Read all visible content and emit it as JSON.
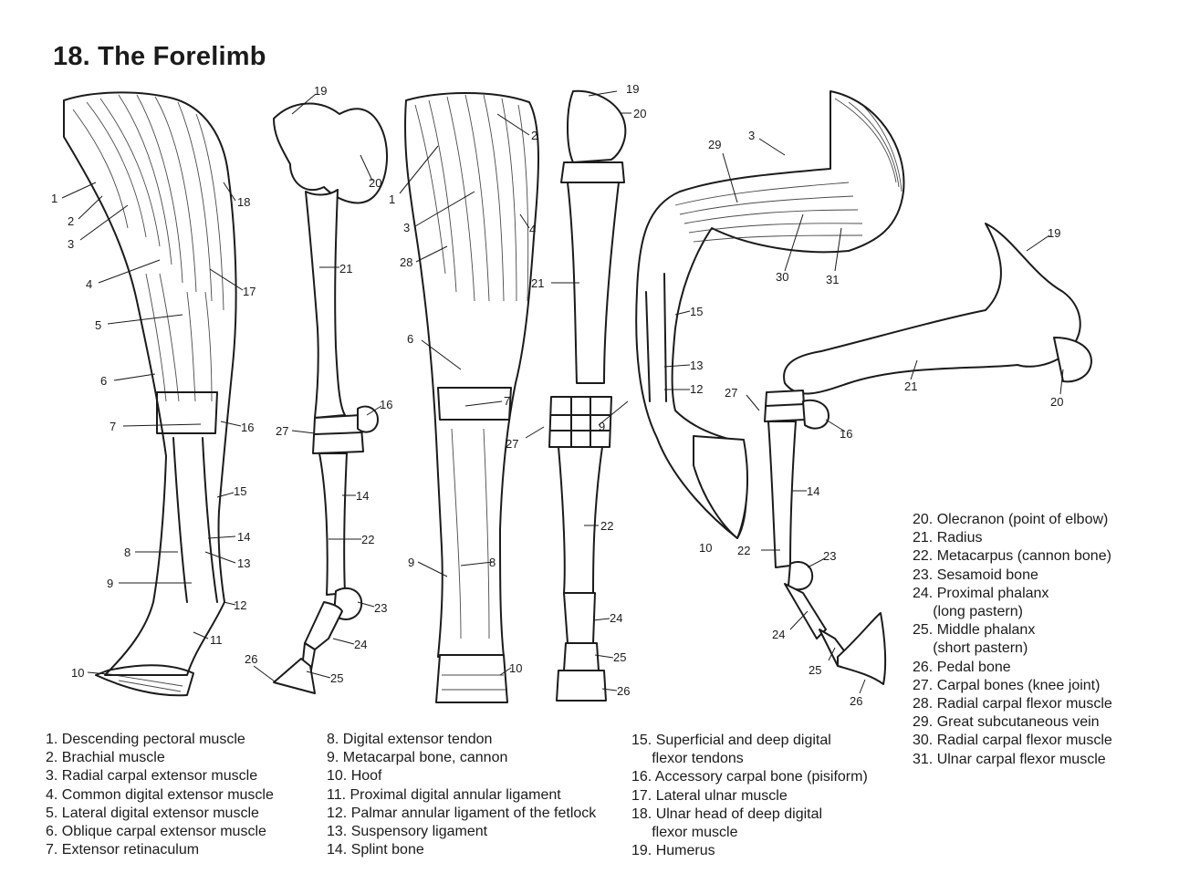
{
  "title": "18. The Forelimb",
  "callouts": [
    "1",
    "2",
    "3",
    "4",
    "5",
    "6",
    "7",
    "8",
    "9",
    "10",
    "11",
    "12",
    "13",
    "14",
    "15",
    "16",
    "17",
    "18",
    "19",
    "20",
    "21",
    "22",
    "23",
    "24",
    "25",
    "26",
    "27",
    "28",
    "29",
    "30",
    "31"
  ],
  "legend": {
    "col1": [
      "1. Descending pectoral muscle",
      "2. Brachial muscle",
      "3. Radial carpal extensor muscle",
      "4. Common digital extensor muscle",
      "5. Lateral digital extensor muscle",
      "6. Oblique carpal extensor muscle",
      "7. Extensor retinaculum"
    ],
    "col2": [
      "8. Digital extensor tendon",
      "9. Metacarpal bone, cannon",
      "10. Hoof",
      "11. Proximal digital annular ligament",
      "12. Palmar annular ligament of the fetlock",
      "13. Suspensory ligament",
      "14. Splint bone"
    ],
    "col3": [
      "15. Superficial and deep digital",
      "     flexor tendons",
      "16. Accessory carpal bone (pisiform)",
      "17. Lateral ulnar muscle",
      "18. Ulnar head of deep digital",
      "     flexor muscle",
      "19. Humerus"
    ],
    "col4": [
      "20. Olecranon (point of elbow)",
      "21. Radius",
      "22. Metacarpus (cannon bone)",
      "23. Sesamoid bone",
      "24. Proximal phalanx",
      "     (long pastern)",
      "25. Middle phalanx",
      "     (short pastern)",
      "26. Pedal bone",
      "27. Carpal bones (knee joint)",
      "28. Radial carpal flexor muscle",
      "29. Great subcutaneous vein",
      "30. Radial carpal flexor muscle",
      "31. Ulnar carpal flexor muscle"
    ]
  }
}
